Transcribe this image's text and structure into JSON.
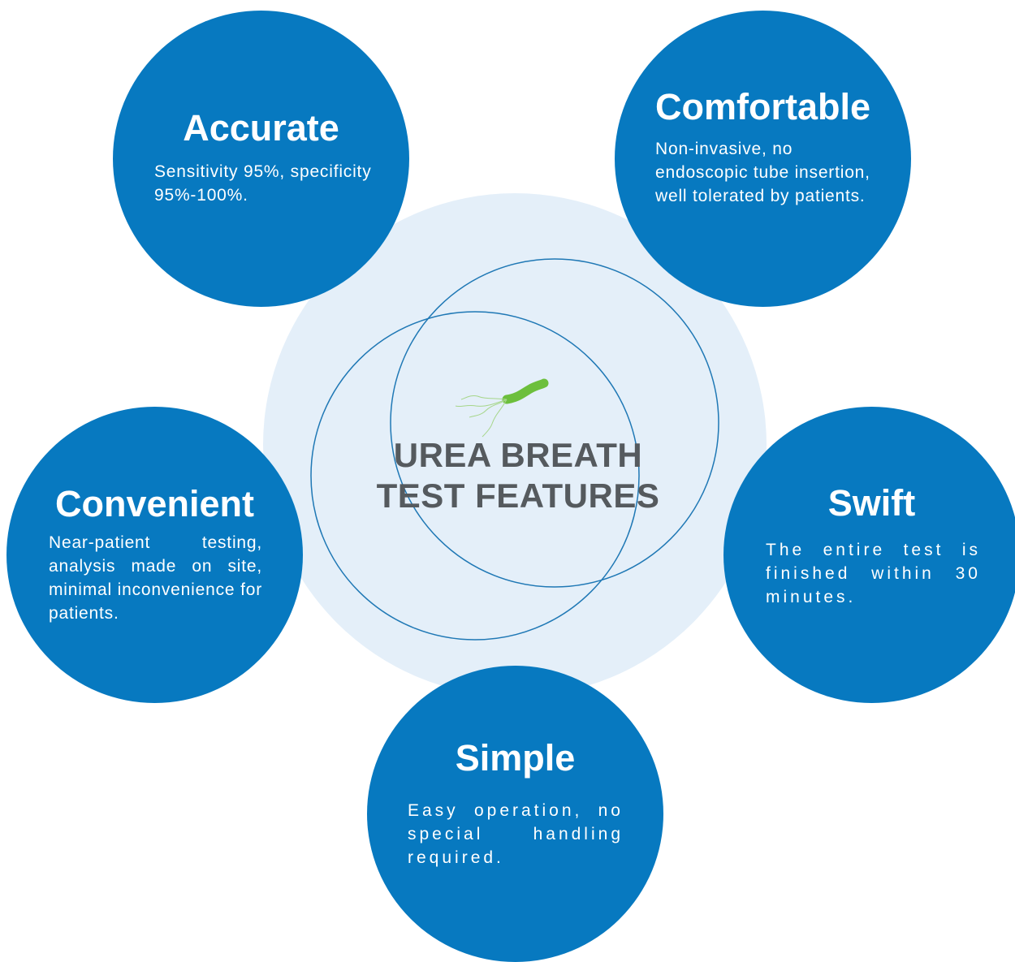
{
  "center": {
    "title_line1": "UREA BREATH",
    "title_line2": "TEST FEATURES"
  },
  "features": {
    "accurate": {
      "title": "Accurate",
      "text": "Sensitivity 95%, specificity 95%-100%."
    },
    "comfortable": {
      "title": "Comfortable",
      "text": "Non-invasive, no endoscopic tube insertion, well tolerated by patients."
    },
    "convenient": {
      "title": "Convenient",
      "text": "Near-patient testing, analysis made on site, minimal inconvenience for patients."
    },
    "swift": {
      "title": "Swift",
      "text": "The entire test is finished within 30 minutes."
    },
    "simple": {
      "title": "Simple",
      "text": "Easy operation, no special handling required."
    }
  },
  "colors": {
    "feature_circle": "#0779c0",
    "halo": "#e4eff9",
    "ring_stroke": "#1f78b5",
    "title_text": "#555a5e",
    "bacterium": "#6cbf3c"
  },
  "icons": {
    "center": "bacterium-icon"
  }
}
